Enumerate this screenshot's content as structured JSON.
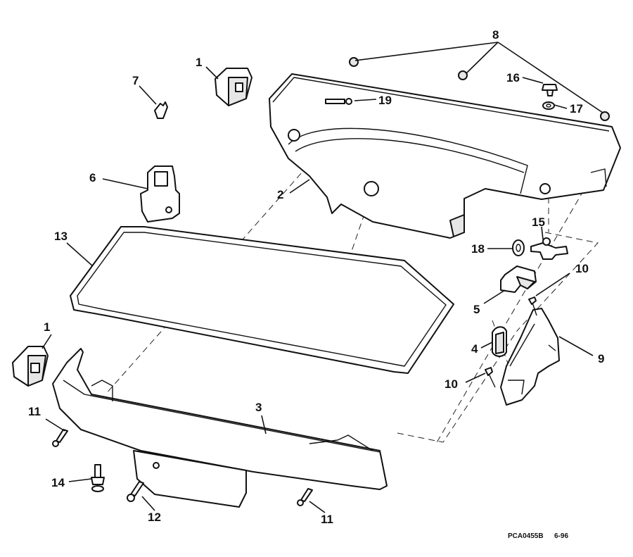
{
  "callouts": {
    "c1a": "1",
    "c1b": "1",
    "c2": "2",
    "c3": "3",
    "c4": "4",
    "c5": "5",
    "c6": "6",
    "c7": "7",
    "c8": "8",
    "c9": "9",
    "c10a": "10",
    "c10b": "10",
    "c11a": "11",
    "c11b": "11",
    "c12": "12",
    "c13": "13",
    "c14": "14",
    "c15": "15",
    "c16": "16",
    "c17": "17",
    "c18": "18",
    "c19": "19"
  },
  "drawing_ref": "PCA0455B",
  "drawing_date": "6-96"
}
